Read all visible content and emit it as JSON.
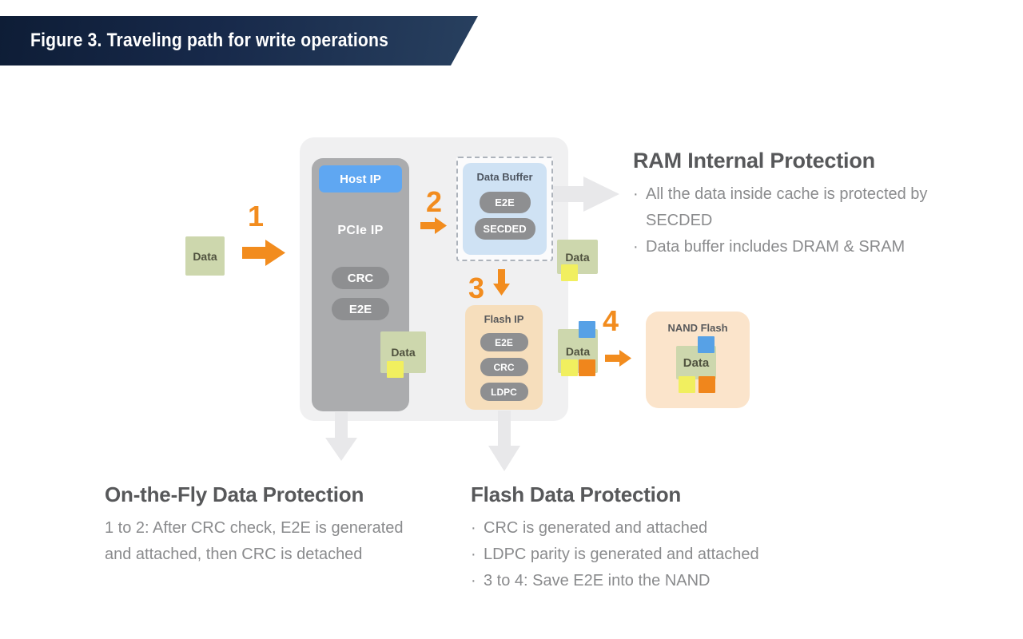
{
  "banner": {
    "title": "Figure 3. Traveling path for write operations"
  },
  "diagram": {
    "host_ip": "Host IP",
    "pcie_ip": {
      "label": "PCIe IP",
      "pills": [
        "CRC",
        "E2E"
      ]
    },
    "data_buffer": {
      "label": "Data Buffer",
      "pills": [
        "E2E",
        "SECDED"
      ]
    },
    "flash_ip": {
      "label": "Flash IP",
      "pills": [
        "E2E",
        "CRC",
        "LDPC"
      ]
    },
    "nand_flash": {
      "label": "NAND Flash"
    },
    "note_label": "Data",
    "steps": [
      "1",
      "2",
      "3",
      "4"
    ]
  },
  "annotations": {
    "bullet": "·",
    "ram": {
      "title": "RAM Internal Protection",
      "bullets": [
        "All the data inside cache is protected by SECDED",
        "Data buffer includes DRAM & SRAM"
      ]
    },
    "on_the_fly": {
      "title": "On-the-Fly Data Protection",
      "body": "1 to 2: After CRC check, E2E is generated and attached, then CRC is detached"
    },
    "flash": {
      "title": "Flash Data Protection",
      "bullets": [
        "CRC is generated and attached",
        "LDPC parity is generated and attached",
        "3 to 4: Save E2E into the NAND"
      ]
    }
  },
  "colors": {
    "accent_orange": "#F28C1E",
    "banner_navy": "#17294A",
    "host_ip_blue": "#5FA7F2",
    "buffer_blue": "#CFE2F4",
    "flash_peach": "#F6DEBC",
    "nand_peach": "#FBE4CB",
    "note_green": "#CDD7AD",
    "tag_yellow": "#F1EF5F",
    "tag_blue": "#57A1E6",
    "tag_orange": "#F0861C",
    "block_gray": "#ABACAE",
    "pill_gray": "#8E8F91",
    "gray_arrow": "#E8E8EA"
  }
}
